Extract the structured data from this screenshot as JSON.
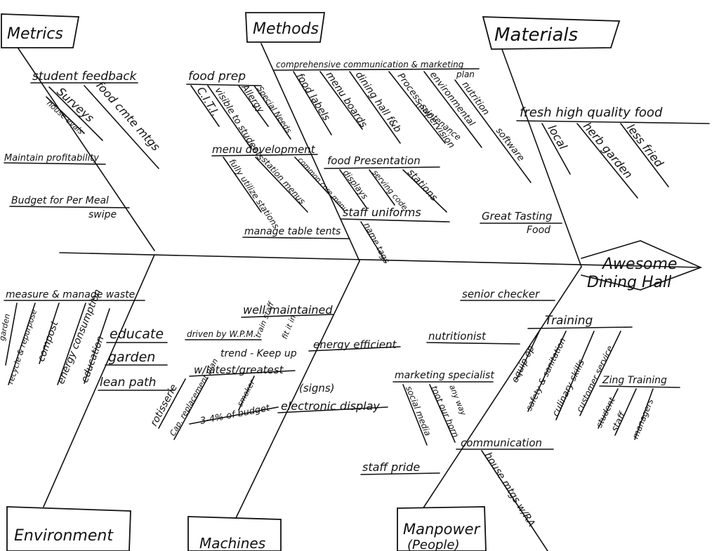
{
  "diagram": {
    "effect": {
      "line1": "Awesome",
      "line2": "Dining Hall"
    },
    "categories": {
      "metrics": "Metrics",
      "methods": "Methods",
      "materials": "Materials",
      "environment": "Environment",
      "machines": "Machines",
      "manpower_line1": "Manpower",
      "manpower_line2": "(People)"
    },
    "metrics": {
      "student_feedback": "student feedback",
      "surveys": "Surveys",
      "house_evals": "house evals",
      "food_cmte_mtgs": "food cmte mtgs",
      "maintain_profitability": "Maintain profitability",
      "budget_per_meal": "Budget for Per Meal",
      "swipe": "swipe"
    },
    "methods": {
      "comm_marketing": "comprehensive communication & marketing",
      "plan": "plan",
      "food_labels": "food labels",
      "menu_boards": "menu boards",
      "dining_hall_fb": "dining hall f&b",
      "process_supervision": "Process supervision",
      "environmental": "environmental",
      "maintenance": "maintenance",
      "nutrition": "nutrition",
      "software": "software",
      "food_prep": "food prep",
      "citi": "C.I.T.I.",
      "visible_to_students": "visible to students",
      "allergy": "Allergy",
      "special_needs": "Special Needs",
      "menu_development": "menu development",
      "fully_utilize_stations": "fully utilize stations",
      "station_menus": "station menus",
      "common_core_menu": "common core menu",
      "manage_table_tents": "manage table tents",
      "food_presentation": "food Presentation",
      "displays": "displays",
      "serving_code": "serving code",
      "stations": "stations",
      "staff_uniforms": "staff uniforms",
      "name_tags": "name tags"
    },
    "materials": {
      "fresh_high_quality": "fresh high quality food",
      "local": "local",
      "herb_garden": "herb garden",
      "less_fried": "less fried",
      "great_tasting": "Great Tasting",
      "food": "Food"
    },
    "environment": {
      "measure_manage_waste": "measure & manage waste",
      "garden": "garden",
      "recycle_repurpose": "recycle & repurpose",
      "compost": "compost",
      "energy_consumption": "energy consumption",
      "education": "education",
      "educate": "educate",
      "garden2": "garden",
      "lean_path": "lean path"
    },
    "machines": {
      "well_maintained": "well maintained",
      "driven_by_wpm": "driven by W.P.M.",
      "train_staff": "train staff",
      "fit_into": "fit it in",
      "trend_keep_up": "trend - Keep up",
      "latest_greatest": "w/latest/greatest",
      "energy_efficient": "energy efficient",
      "rotisserie": "rotisserie",
      "cap_replacement_plan": "Cap. replacement plan",
      "smoker": "smoker",
      "budget_pct": "3-4% of budget",
      "signs": "(signs)",
      "electronic_display": "electronic display"
    },
    "manpower": {
      "senior_checker": "senior checker",
      "nutritionist": "nutritionist",
      "training": "Training",
      "equip_op": "equip op",
      "safety_sanitation": "safety & sanitation",
      "culinary_skills": "culinary skills",
      "customer_service": "customer service",
      "zing_training": "Zing Training",
      "student": "student",
      "staff": "staff",
      "managers": "managers",
      "marketing_specialist": "marketing specialist",
      "social_media": "social media",
      "toot_our_horn": "toot our horn",
      "anyway": "any way",
      "communication": "communication",
      "house_mtgs": "house mtgs w/RA",
      "staff_pride": "staff pride"
    }
  }
}
